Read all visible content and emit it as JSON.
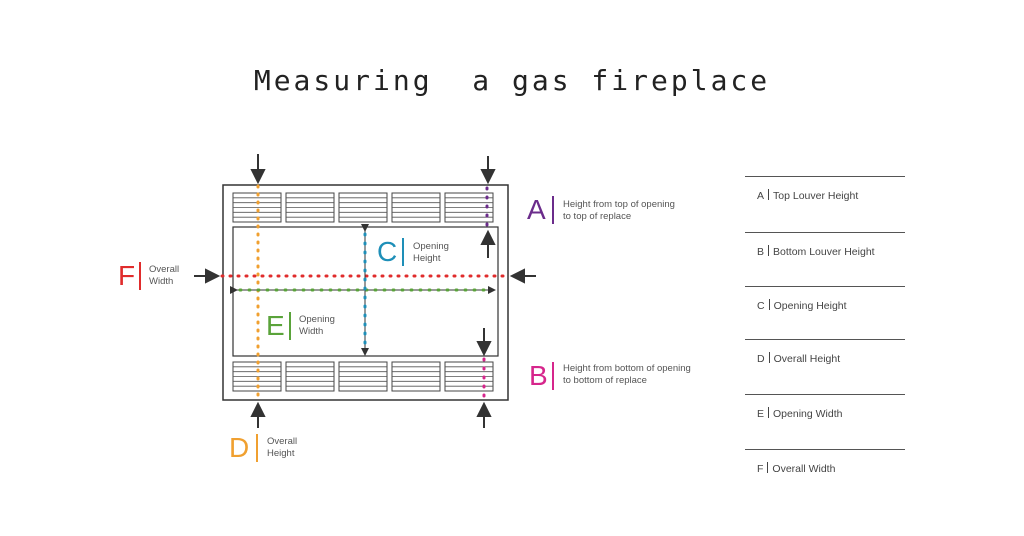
{
  "title": "Measuring  a gas fireplace",
  "colors": {
    "A": "#6b2c8b",
    "B": "#d6268c",
    "C": "#1e8fb8",
    "D": "#f0a030",
    "E": "#5aa33a",
    "F": "#e02c2c",
    "frame": "#333333"
  },
  "labels": {
    "A": {
      "letter": "A",
      "caption": "Height from top of opening\nto top of  replace"
    },
    "B": {
      "letter": "B",
      "caption": "Height from bottom of opening\nto bottom of  replace"
    },
    "C": {
      "letter": "C",
      "caption": "Opening\nHeight"
    },
    "D": {
      "letter": "D",
      "caption": "Overall\nHeight"
    },
    "E": {
      "letter": "E",
      "caption": "Opening\nWidth"
    },
    "F": {
      "letter": "F",
      "caption": "Overall\nWidth"
    }
  },
  "legend": [
    {
      "letter": "A",
      "text": "Top Louver Height"
    },
    {
      "letter": "B",
      "text": "Bottom Louver Height"
    },
    {
      "letter": "C",
      "text": "Opening Height"
    },
    {
      "letter": "D",
      "text": "Overall Height"
    },
    {
      "letter": "E",
      "text": "Opening Width"
    },
    {
      "letter": "F",
      "text": "Overall Width"
    }
  ]
}
